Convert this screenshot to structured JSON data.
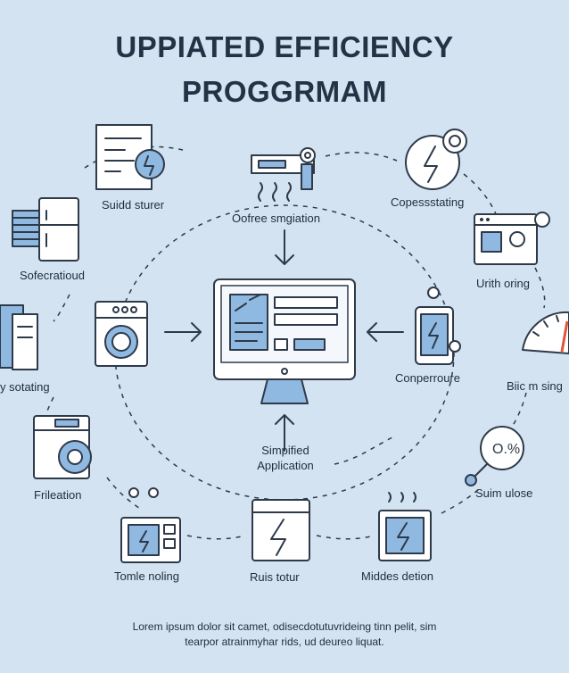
{
  "title": {
    "line1": "UPPIATED EFFICIENCY",
    "line2": "PROGGRMAM"
  },
  "center": {
    "label_line1": "Simpified",
    "label_line2": "Application"
  },
  "nodes": {
    "n1": "Suidd sturer",
    "n2": "Oofree smgiation",
    "n3": "Copessstating",
    "n4": "Sofecratioud",
    "n5": "Urith oring",
    "n6": "y sotating",
    "n7": "Conperroure",
    "n8": "Biic m sing",
    "n9": "Frileation",
    "n10": "Suim ulose",
    "n11": "Tomle noling",
    "n12": "Ruis totur",
    "n13": "Middes detion"
  },
  "footer": {
    "line1": "Lorem ipsum dolor sit camet, odisecdotutuvrideing tinn pelit, sim",
    "line2": "tearpor atrainmyhar rids, ud deureo liquat."
  },
  "colors": {
    "background": "#d3e3f1",
    "accent": "#8fb9e0",
    "ink": "#2e3a4a",
    "gauge_red": "#e0573a"
  }
}
